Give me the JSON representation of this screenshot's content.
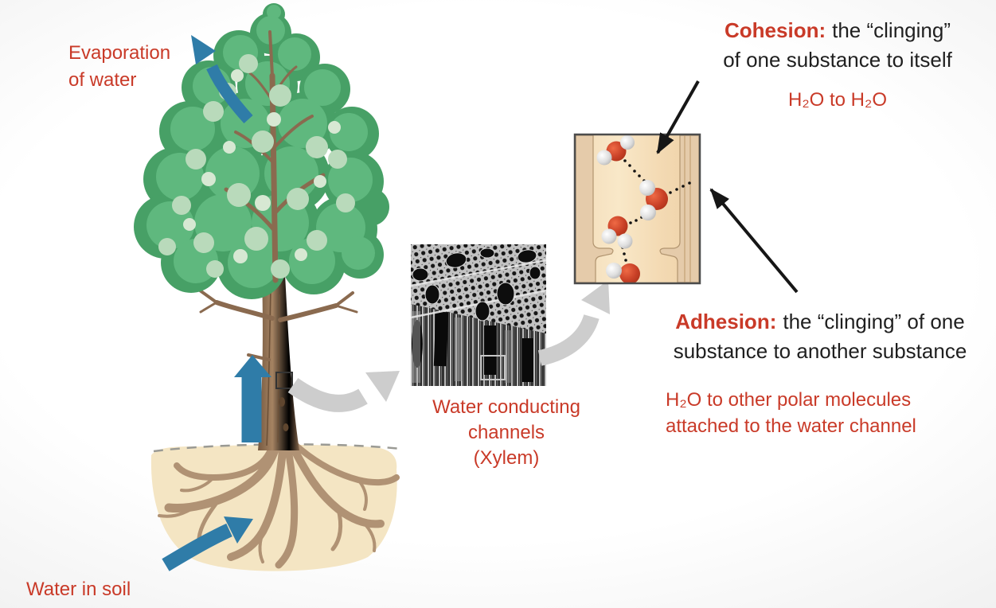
{
  "tree": {
    "evaporation_label_line1": "Evaporation",
    "evaporation_label_line2": "of water",
    "water_in_soil_label": "Water in soil"
  },
  "xylem": {
    "label_line1": "Water conducting",
    "label_line2": "channels",
    "label_line3": "(Xylem)"
  },
  "cohesion": {
    "term": "Cohesion:",
    "definition_line1": "the “clinging”",
    "definition_line2": "of one substance to itself",
    "example": "H₂O to H₂O"
  },
  "adhesion": {
    "term": "Adhesion:",
    "definition_line1": "the “clinging” of one",
    "definition_line2": "substance to another substance",
    "note_line1": "H₂O to other polar molecules",
    "note_line2": "attached to the water channel"
  },
  "icons": [
    "evaporation-arrow",
    "water-uptake-trunk-arrow",
    "water-into-roots-arrow",
    "trunk-to-xylem-arrow",
    "xylem-to-channel-arrow",
    "cohesion-pointer-arrow",
    "adhesion-pointer-arrow"
  ],
  "colors": {
    "red_text": "#c93a28",
    "black_text": "#1f1f1f",
    "blue_arrow": "#2f7ca8",
    "gray_arrow": "#cdcdcd",
    "soil": "#f4e5c3",
    "channel_background": "#f7e2bf",
    "channel_wall": "#e5cbaa",
    "oxygen_sphere": "#c13a20",
    "hydrogen_sphere": "#d9d9d9"
  }
}
